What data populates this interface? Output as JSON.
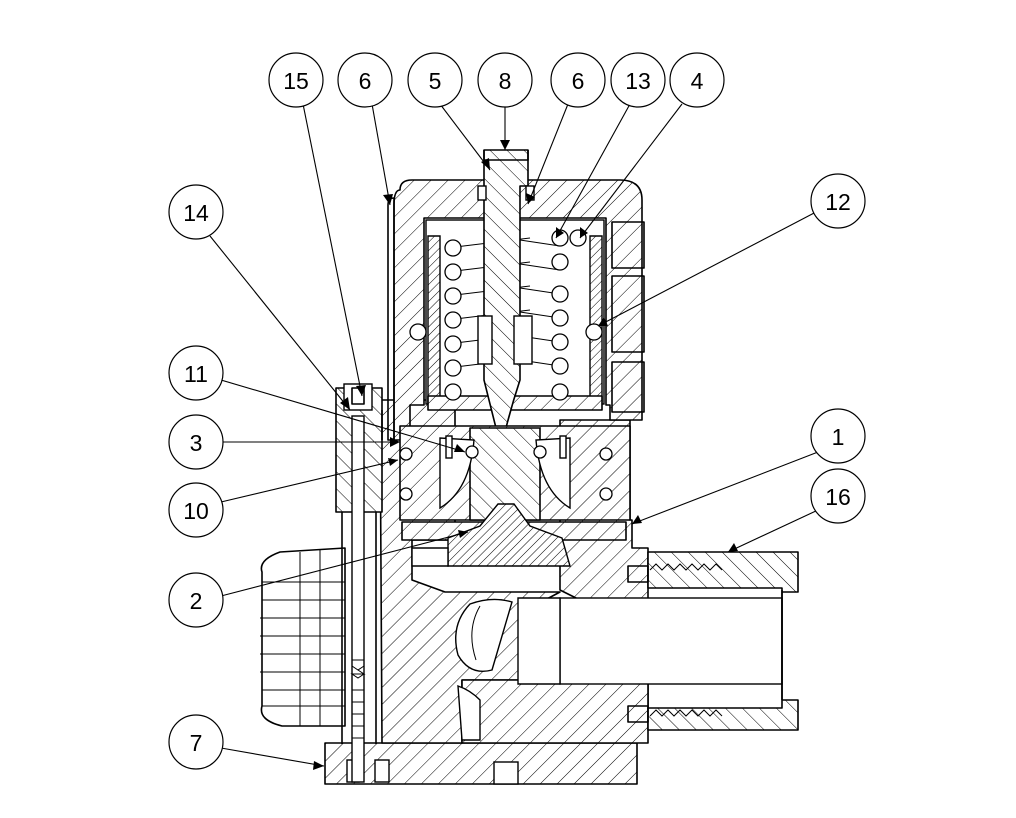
{
  "callouts": [
    {
      "id": "c15",
      "label": "15"
    },
    {
      "id": "c6a",
      "label": "6"
    },
    {
      "id": "c5",
      "label": "5"
    },
    {
      "id": "c8",
      "label": "8"
    },
    {
      "id": "c6b",
      "label": "6"
    },
    {
      "id": "c13",
      "label": "13"
    },
    {
      "id": "c4",
      "label": "4"
    },
    {
      "id": "c14",
      "label": "14"
    },
    {
      "id": "c12",
      "label": "12"
    },
    {
      "id": "c11",
      "label": "11"
    },
    {
      "id": "c1",
      "label": "1"
    },
    {
      "id": "c3",
      "label": "3"
    },
    {
      "id": "c16",
      "label": "16"
    },
    {
      "id": "c10",
      "label": "10"
    },
    {
      "id": "c2",
      "label": "2"
    },
    {
      "id": "c7",
      "label": "7"
    }
  ]
}
